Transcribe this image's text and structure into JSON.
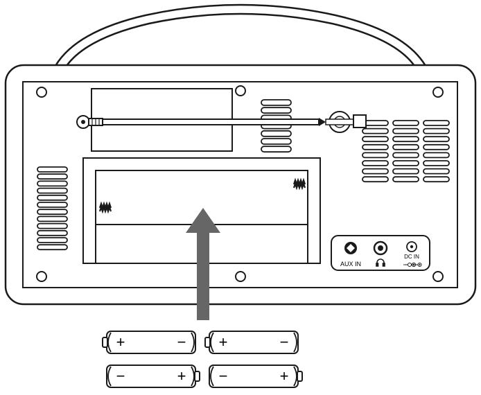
{
  "diagram": {
    "ports": {
      "aux_label": "AUX IN",
      "headphone_symbol": "headphone-icon",
      "dc_label": "DC IN",
      "dc_polarity_symbol": "dc-polarity-icon"
    },
    "spring_contact_symbol": "spring-contact-icon",
    "arrow_direction": "up",
    "batteries": [
      {
        "left_sign": "+",
        "right_sign": "−"
      },
      {
        "left_sign": "+",
        "right_sign": "−"
      },
      {
        "left_sign": "−",
        "right_sign": "+"
      },
      {
        "left_sign": "−",
        "right_sign": "+"
      }
    ],
    "colors": {
      "line": "#1a1a1a",
      "arrow": "#666666",
      "background": "#ffffff"
    }
  }
}
